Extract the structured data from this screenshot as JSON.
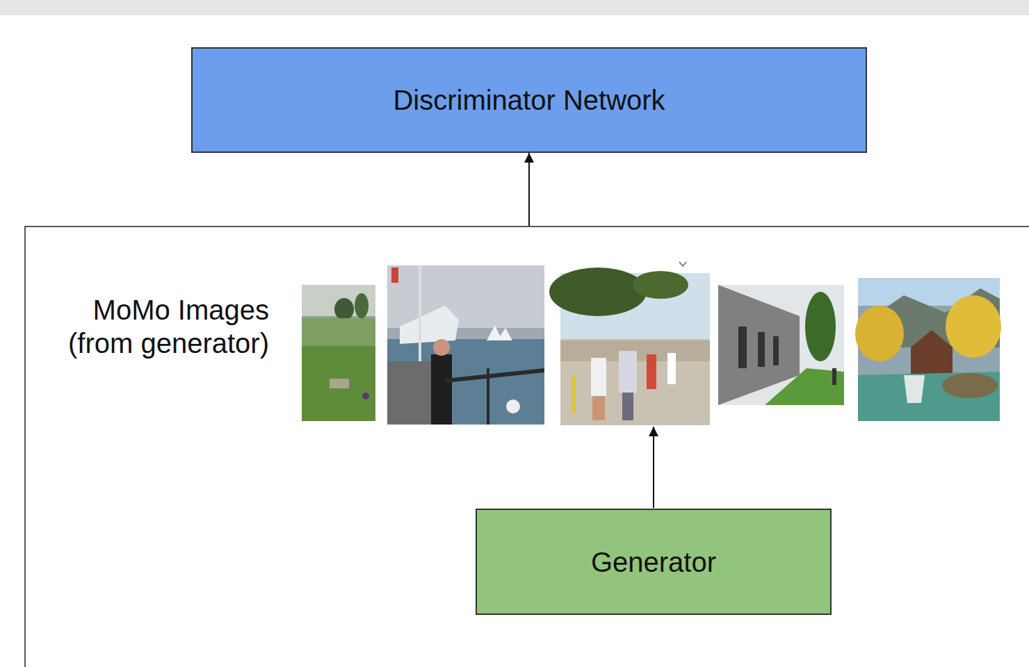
{
  "diagram": {
    "nodes": [
      {
        "text": [
          "Discriminator Network"
        ]
      },
      {
        "text": [
          "MoMo Images (from generator)"
        ]
      },
      {
        "text": [
          "Generator"
        ],
        "in": 1
      }
    ],
    "edges": [
      {
        "from": 1,
        "to": 0,
        "arrow": "to"
      }
    ]
  }
}
